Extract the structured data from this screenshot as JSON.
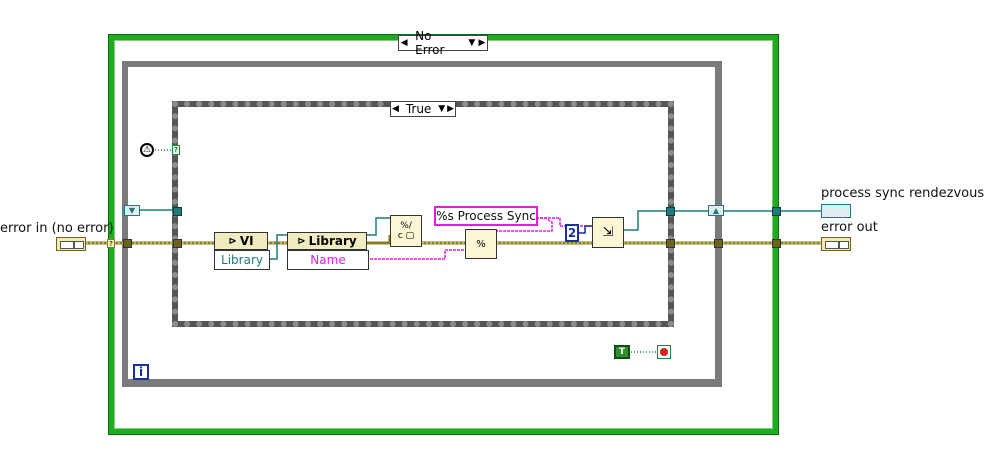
{
  "diagram": {
    "outer_case_selector": "No Error",
    "inner_case_selector": "True",
    "controls": {
      "error_in_label": "error in (no error)"
    },
    "indicators": {
      "process_sync_label": "process sync rendezvous",
      "error_out_label": "error out"
    },
    "nodes": {
      "vi_property_head": "VI",
      "vi_property_row": "Library",
      "library_property_head": "Library",
      "library_property_row": "Name",
      "format_string_constant": "%s Process Sync",
      "numeric_constant": "2",
      "loop_iteration_label": "i",
      "true_constant": "T"
    },
    "colors": {
      "case_border": "#22aa22",
      "loop_border": "#7a7a7a",
      "error_wire": "#8a7d1f",
      "refnum_wire": "#1f7a7a",
      "string_wire": "#e020e0",
      "numeric_wire": "#1a2fa0",
      "boolean_wire": "#1f8a2f"
    },
    "icons": [
      "warning-icon",
      "string-to-path-icon",
      "format-into-string-icon",
      "obtain-rendezvous-icon",
      "stop-icon",
      "question-terminal-icon"
    ]
  }
}
